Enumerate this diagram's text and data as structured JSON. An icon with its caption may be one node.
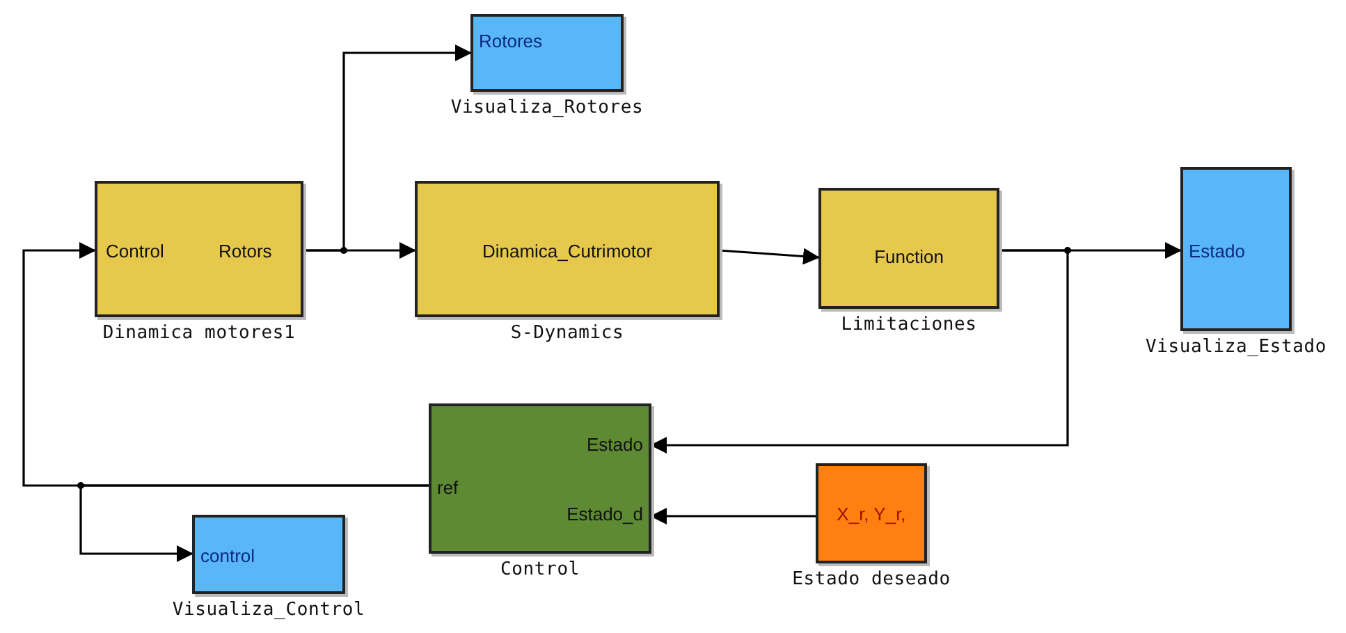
{
  "diagram": {
    "nodes": [
      {
        "text": [
          "Control",
          "Rotors",
          "Dinamica motores1"
        ]
      },
      {
        "text": [
          "Rotores",
          "Visualiza_Rotores"
        ]
      },
      {
        "text": [
          "Dinamica_Cutrimotor",
          "S-Dynamics"
        ]
      },
      {
        "text": [
          "Function",
          "Limitaciones"
        ]
      },
      {
        "text": [
          "Estado",
          "Visualiza_Estado"
        ]
      },
      {
        "text": [
          "Estado",
          "ref",
          "Estado_d",
          "Control"
        ]
      },
      {
        "text": [
          "X_r, Y_r,",
          "Estado deseado"
        ]
      },
      {
        "text": [
          "control",
          "Visualiza_Control"
        ]
      }
    ],
    "edges": [
      {
        "from": 0,
        "to": 1,
        "arrow": "to"
      },
      {
        "from": 0,
        "to": 2,
        "arrow": "to"
      },
      {
        "from": 2,
        "to": 3,
        "arrow": "to"
      },
      {
        "from": 3,
        "to": 4,
        "arrow": "to"
      },
      {
        "from": 3,
        "to": 5,
        "arrow": "to"
      },
      {
        "from": 6,
        "to": 5,
        "arrow": "to"
      },
      {
        "from": 5,
        "to": 0,
        "arrow": "to"
      },
      {
        "from": 5,
        "to": 7,
        "arrow": "to"
      }
    ]
  }
}
